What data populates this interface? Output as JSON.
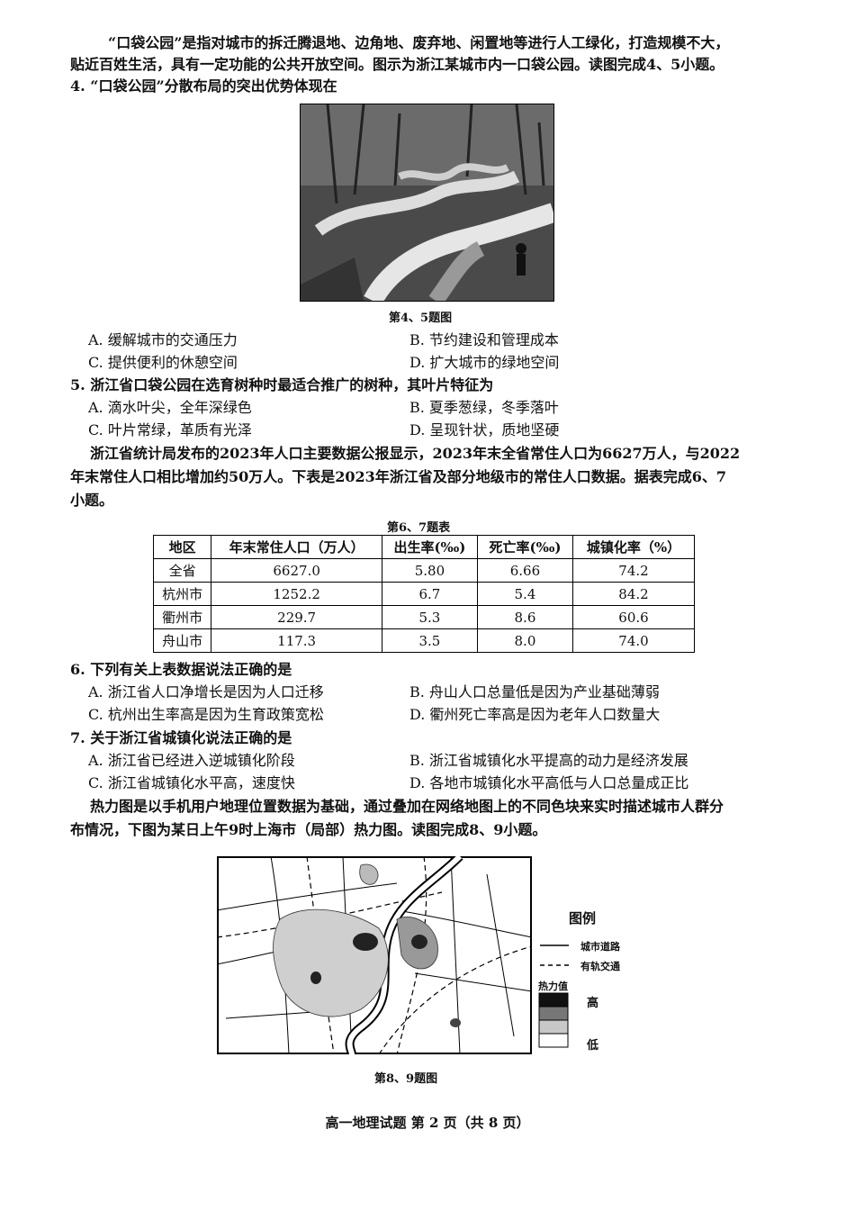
{
  "intro1": {
    "line1": "“口袋公园”是指对城市的拆迁腾退地、边角地、废弃地、闲置地等进行人工绿化，打造规模不大，",
    "line2": "贴近百姓生活，具有一定功能的公共开放空间。图示为浙江某城市内一口袋公园。读图完成4、5小题。"
  },
  "q4": {
    "stem": "4. “口袋公园”分散布局的突出优势体现在",
    "photo_caption": "第4、5题图",
    "A": "A. 缓解城市的交通压力",
    "B": "B. 节约建设和管理成本",
    "C": "C. 提供便利的休憩空间",
    "D": "D. 扩大城市的绿地空间"
  },
  "q5": {
    "stem": "5. 浙江省口袋公园在选育树种时最适合推广的树种，其叶片特征为",
    "A": "A. 滴水叶尖，全年深绿色",
    "B": "B. 夏季葱绿，冬季落叶",
    "C": "C. 叶片常绿，革质有光泽",
    "D": "D. 呈现针状，质地坚硬"
  },
  "intro2": {
    "line1": "浙江省统计局发布的2023年人口主要数据公报显示，2023年末全省常住人口为6627万人，与2022",
    "line2": "年末常住人口相比增加约50万人。下表是2023年浙江省及部分地级市的常住人口数据。据表完成6、7",
    "line3": "小题。"
  },
  "table": {
    "caption": "第6、7题表",
    "headers": [
      "地区",
      "年末常住人口（万人）",
      "出生率(‰)",
      "死亡率(‰)",
      "城镇化率（%）"
    ],
    "rows": [
      [
        "全省",
        "6627.0",
        "5.80",
        "6.66",
        "74.2"
      ],
      [
        "杭州市",
        "1252.2",
        "6.7",
        "5.4",
        "84.2"
      ],
      [
        "衢州市",
        "229.7",
        "5.3",
        "8.6",
        "60.6"
      ],
      [
        "舟山市",
        "117.3",
        "3.5",
        "8.0",
        "74.0"
      ]
    ]
  },
  "q6": {
    "stem": "6. 下列有关上表数据说法正确的是",
    "A": "A. 浙江省人口净增长是因为人口迁移",
    "B": "B. 舟山人口总量低是因为产业基础薄弱",
    "C": "C. 杭州出生率高是因为生育政策宽松",
    "D": "D. 衢州死亡率高是因为老年人口数量大"
  },
  "q7": {
    "stem": "7. 关于浙江省城镇化说法正确的是",
    "A": "A. 浙江省已经进入逆城镇化阶段",
    "B": "B. 浙江省城镇化水平提高的动力是经济发展",
    "C": "C. 浙江省城镇化水平高，速度快",
    "D": "D. 各地市城镇化水平高低与人口总量成正比"
  },
  "intro3": {
    "line1": "热力图是以手机用户地理位置数据为基础，通过叠加在网络地图上的不同色块来实时描述城市人群分",
    "line2": "布情况，下图为某日上午9时上海市（局部）热力图。读图完成8、9小题。"
  },
  "map": {
    "caption": "第8、9题图",
    "legend_title": "图例",
    "legend_road": "城市道路",
    "legend_rail": "有轨交通",
    "legend_heat": "热力值",
    "legend_high": "高",
    "legend_low": "低"
  },
  "footer": "高一地理试题 第 2 页（共 8 页）"
}
